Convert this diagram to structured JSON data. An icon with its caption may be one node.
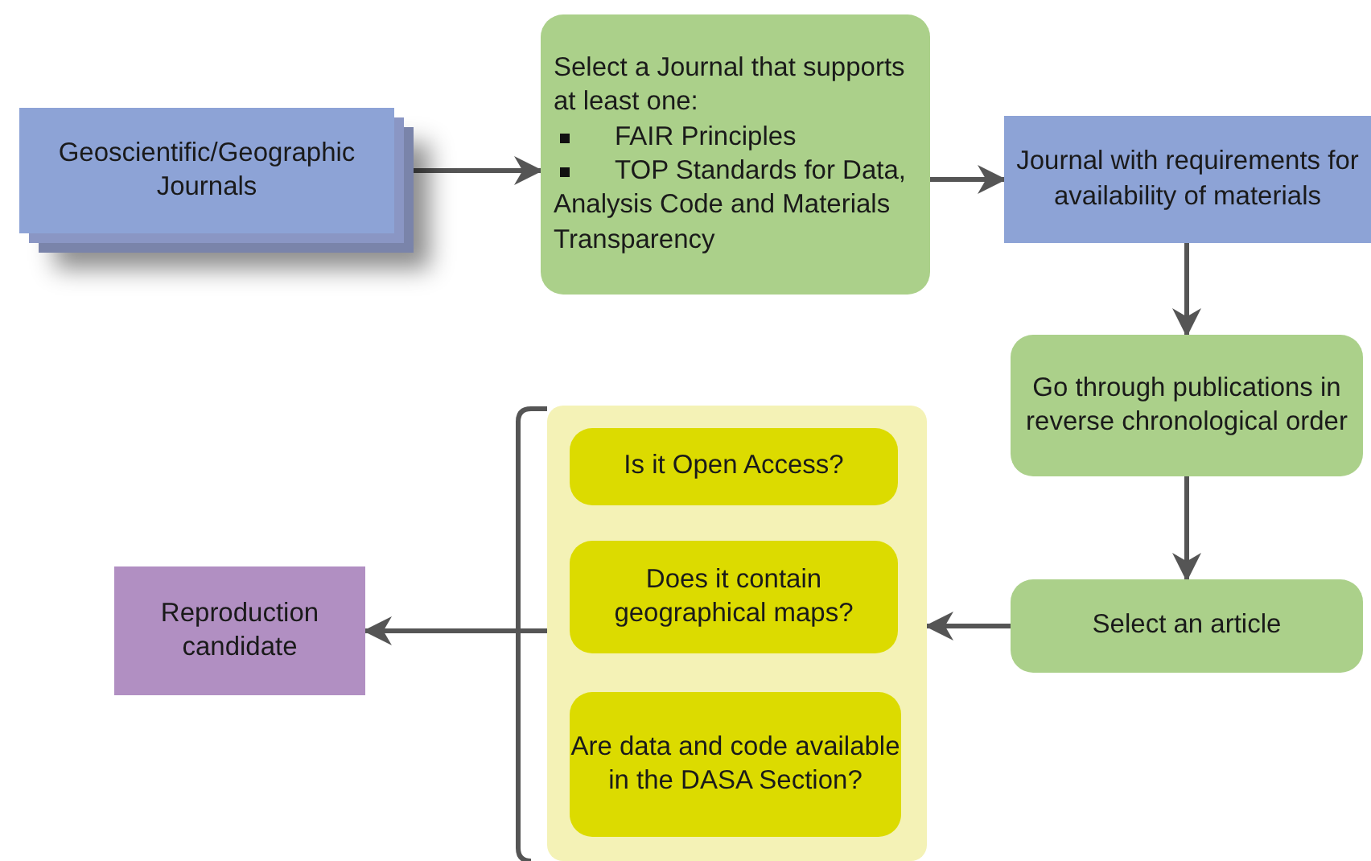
{
  "diagram": {
    "nodes": [
      {
        "text": [
          "Geoscientific/Geographic Journals"
        ]
      },
      {
        "text": [
          "Select a Journal that supports at least one:",
          "FAIR Principles",
          "TOP Standards for Data, Analysis Code and Materials Transparency"
        ]
      },
      {
        "text": [
          "Journal with requirements for availability of materials"
        ]
      },
      {
        "text": [
          "Go through publications in reverse chronological order"
        ]
      },
      {
        "text": [
          "Select an article"
        ]
      },
      {
        "text": [],
        "shape": "box"
      },
      {
        "text": [
          "Is it Open Access?"
        ],
        "in": 5
      },
      {
        "text": [
          "Does it contain geographical maps?"
        ],
        "in": 5
      },
      {
        "text": [
          "Are data and code available in the DASA Section?"
        ],
        "in": 5
      },
      {
        "text": [
          "Reproduction candidate"
        ]
      }
    ],
    "edges": [
      {
        "from": 0,
        "to": 1,
        "arrow": "to"
      },
      {
        "from": 1,
        "to": 2,
        "arrow": "to"
      },
      {
        "from": 2,
        "to": 3,
        "arrow": "to"
      },
      {
        "from": 3,
        "to": 4,
        "arrow": "to"
      },
      {
        "from": 4,
        "to": 5,
        "arrow": "to"
      },
      {
        "from": 5,
        "to": 9,
        "arrow": "to"
      }
    ]
  }
}
